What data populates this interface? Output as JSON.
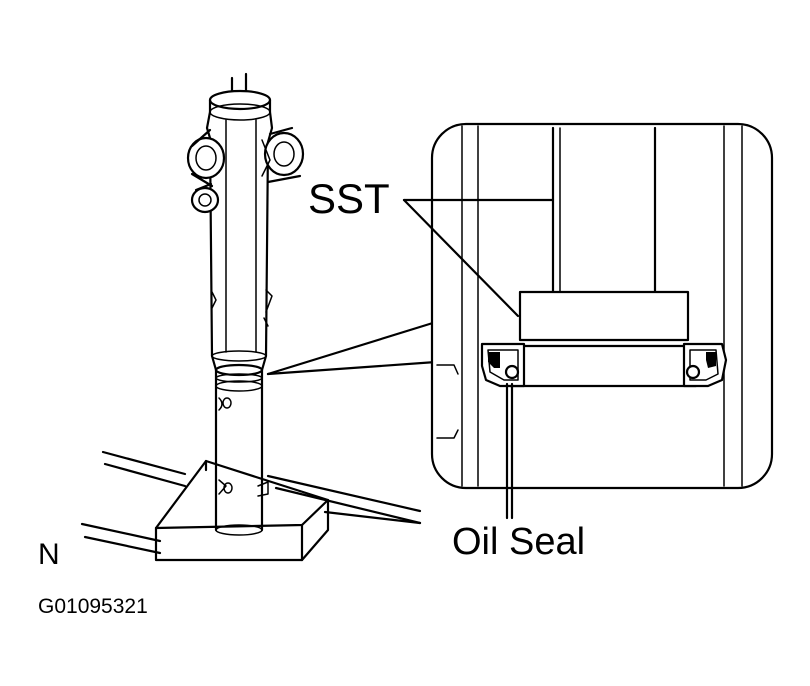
{
  "diagram": {
    "labels": {
      "sst": "SST",
      "oil_seal": "Oil Seal",
      "view_mark": "N",
      "figure_code": "G01095321"
    }
  }
}
